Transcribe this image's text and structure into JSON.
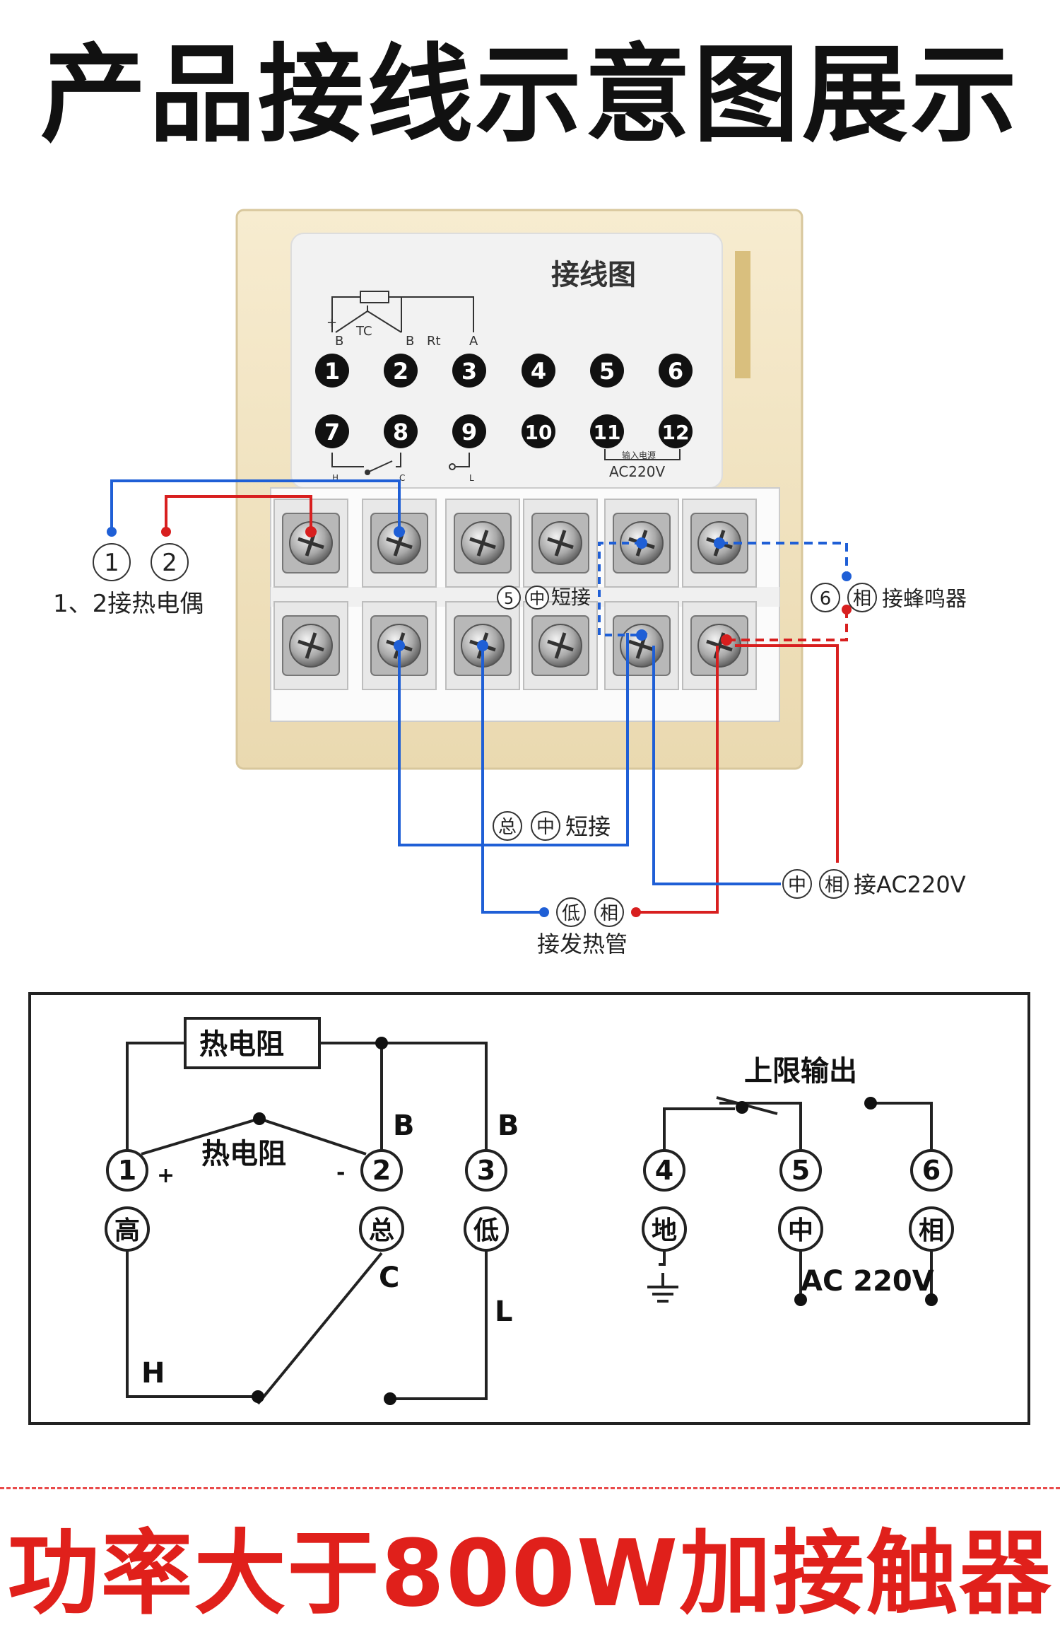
{
  "page": {
    "title": "产品接线示意图展示",
    "bottom_banner": "功率大于800W加接触器"
  },
  "colors": {
    "blue_wire": "#1f5fd6",
    "red_wire": "#d81f1f",
    "banner_red": "#e0201b",
    "panel_beige": "#f3e6c4"
  },
  "label_card": {
    "heading": "接线图",
    "tc_label": "TC",
    "b_label_1": "B",
    "b_label_2": "B",
    "rt_label": "Rt",
    "a_label": "A",
    "plus_label": "+",
    "terminals_row1": [
      "1",
      "2",
      "3",
      "4",
      "5",
      "6"
    ],
    "terminals_row2": [
      "7",
      "8",
      "9",
      "10",
      "11",
      "12"
    ],
    "h_label": "H",
    "c_label": "C",
    "l_label": "L",
    "input_power": "输入电源",
    "ac_label": "AC220V"
  },
  "callouts": {
    "thermocouple_nums": [
      "1",
      "2"
    ],
    "thermocouple_text": "1、2接热电偶",
    "short5_num": "5",
    "short5_char": "中",
    "short5_text": "短接",
    "buzzer_num": "6",
    "buzzer_char": "相",
    "buzzer_text": "接蜂鸣器",
    "short_total_chars": [
      "总",
      "中"
    ],
    "short_total_text": "短接",
    "ac_chars": [
      "中",
      "相"
    ],
    "ac_text": "接AC220V",
    "heater_chars": [
      "低",
      "相"
    ],
    "heater_text": "接发热管"
  },
  "schematic": {
    "resistor_box": "热电阻",
    "resistor_mid": "热电阻",
    "plus": "+",
    "minus": "-",
    "b1": "B",
    "b2": "B",
    "c": "C",
    "l": "L",
    "h": "H",
    "upper_limit": "上限输出",
    "ac": "AC 220V",
    "terminals": [
      {
        "num": "1",
        "char": "高"
      },
      {
        "num": "2",
        "char": "总"
      },
      {
        "num": "3",
        "char": "低"
      },
      {
        "num": "4",
        "char": "地"
      },
      {
        "num": "5",
        "char": "中"
      },
      {
        "num": "6",
        "char": "相"
      }
    ]
  }
}
